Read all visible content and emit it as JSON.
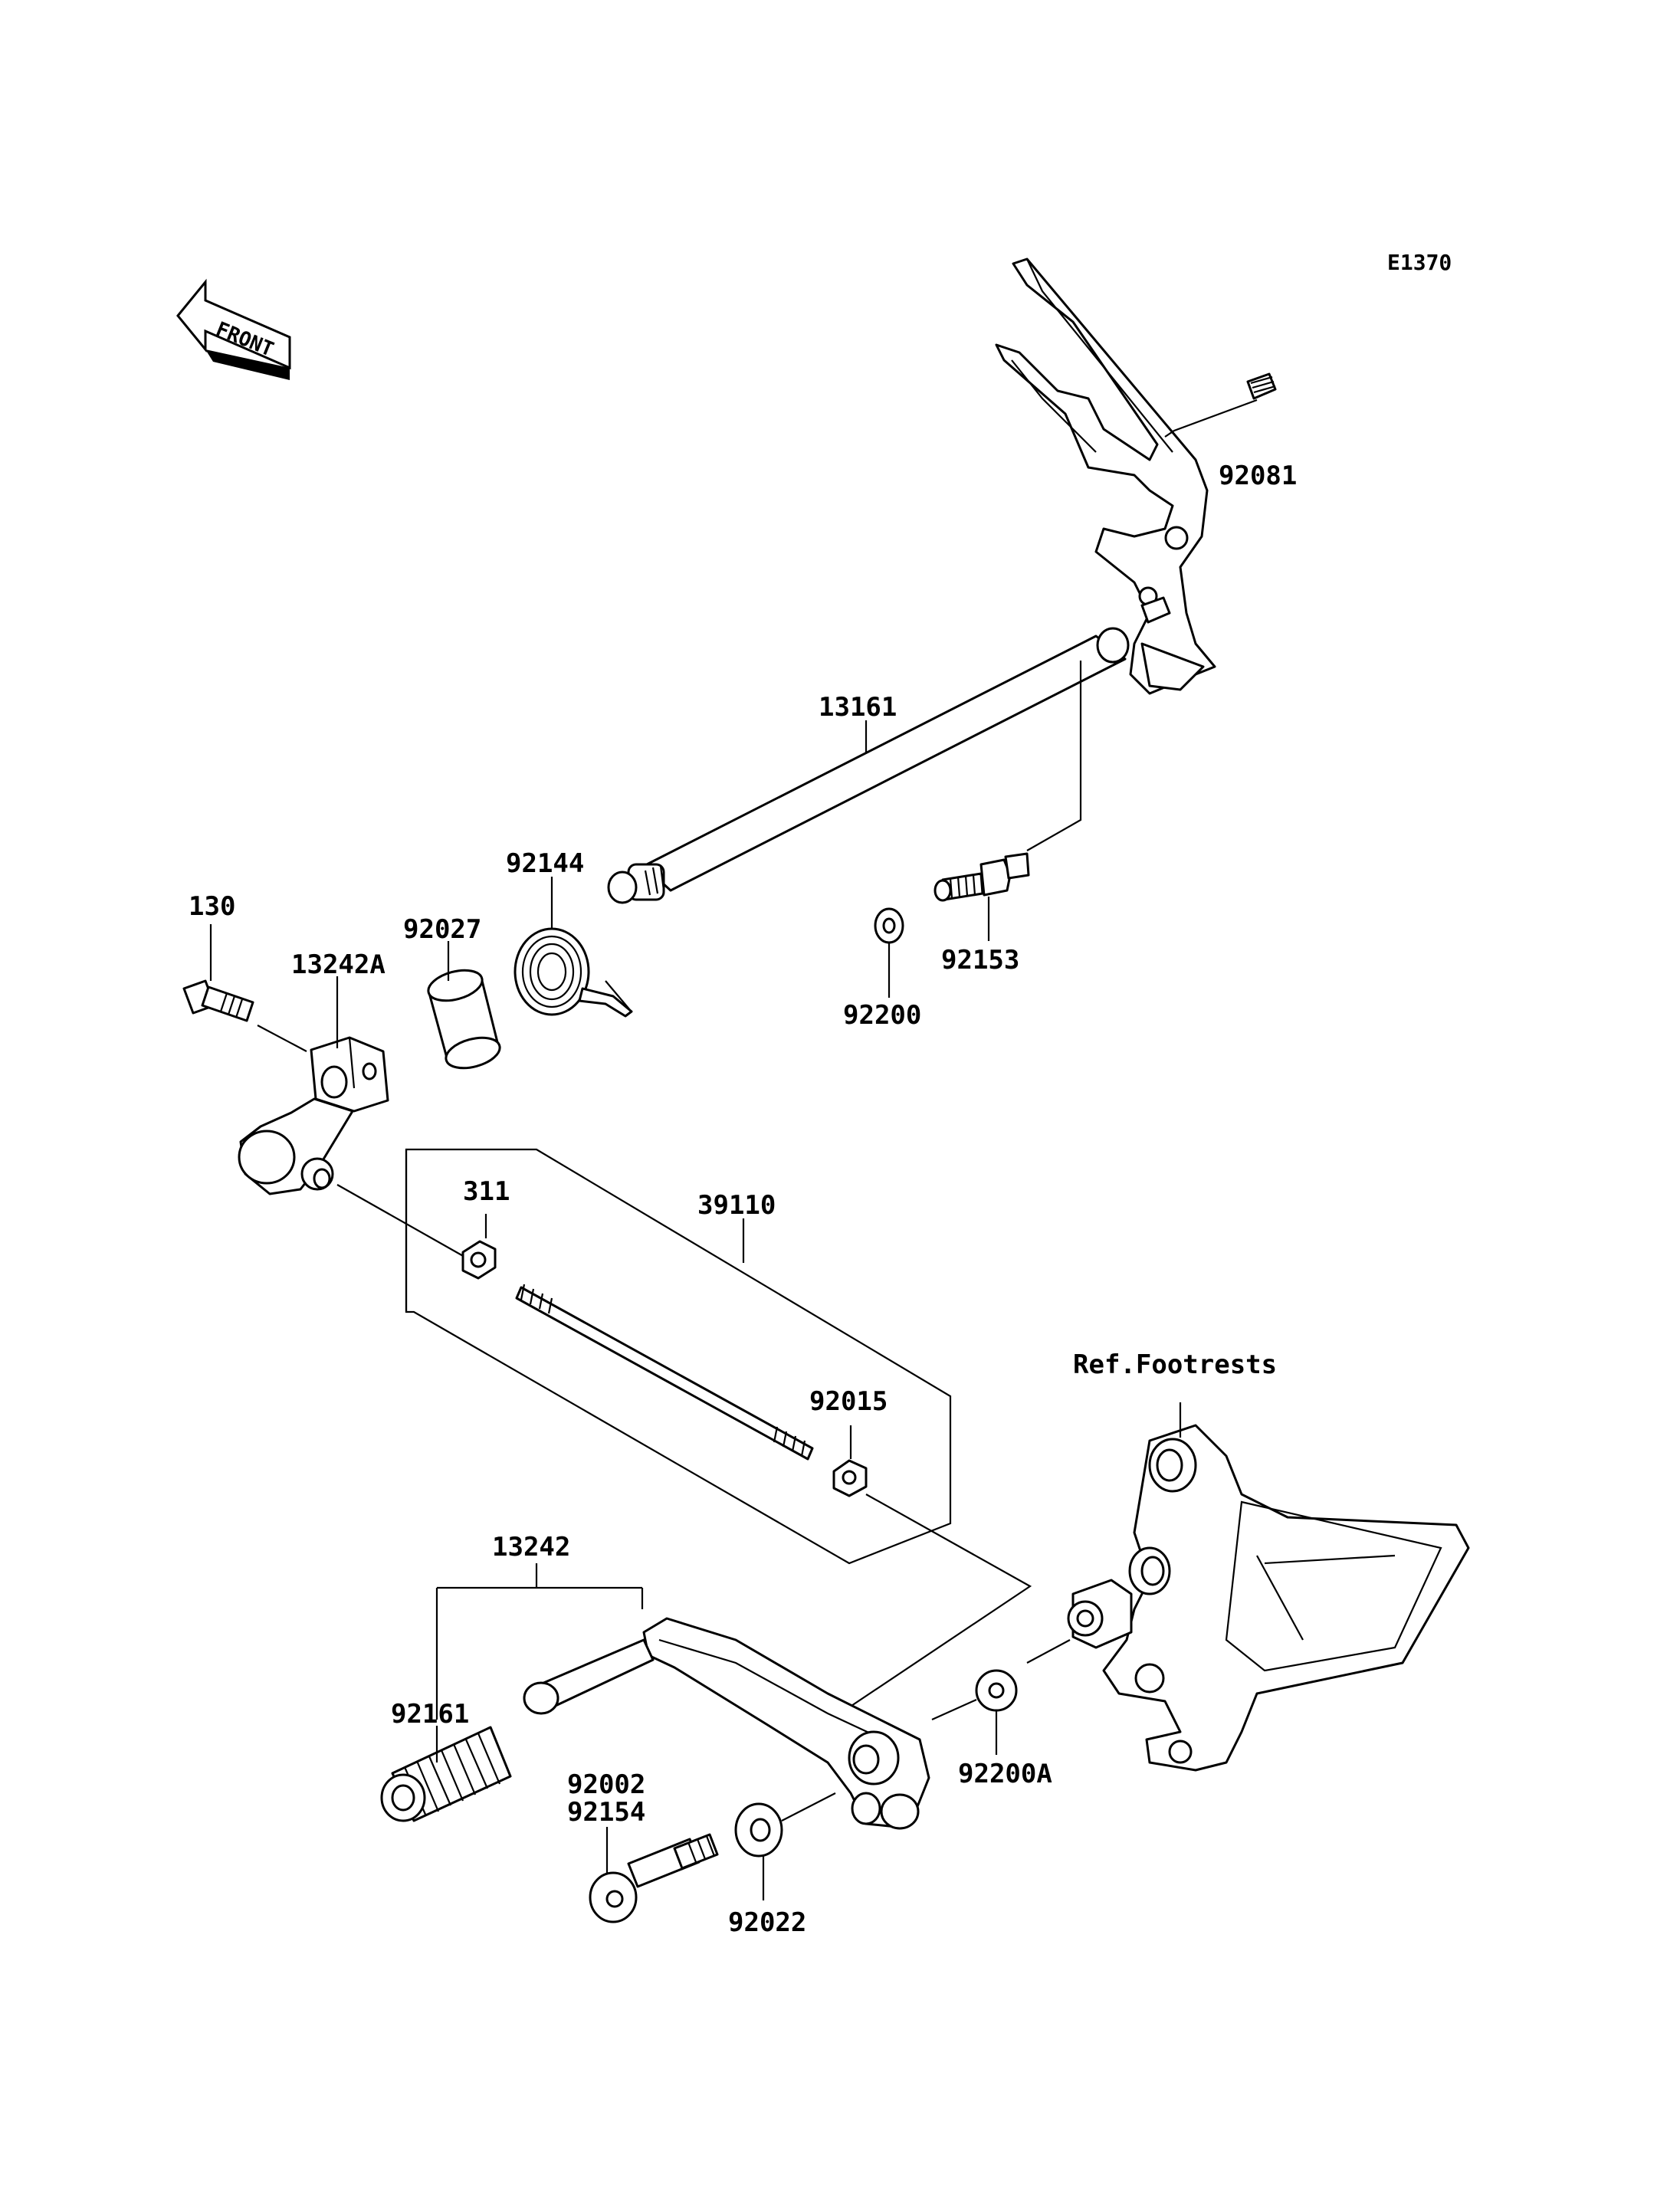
{
  "diagram_code": "E1370",
  "front_indicator": "FRONT",
  "reference_label": "Ref.Footrests",
  "part_numbers": {
    "p92081": "92081",
    "p13161": "13161",
    "p92144": "92144",
    "p130": "130",
    "p92027": "92027",
    "p13242A": "13242A",
    "p92153": "92153",
    "p92200": "92200",
    "p311": "311",
    "p39110": "39110",
    "p92015": "92015",
    "p13242": "13242",
    "p92161": "92161",
    "p92200A": "92200A",
    "p92002": "92002",
    "p92154": "92154",
    "p92022": "92022"
  }
}
